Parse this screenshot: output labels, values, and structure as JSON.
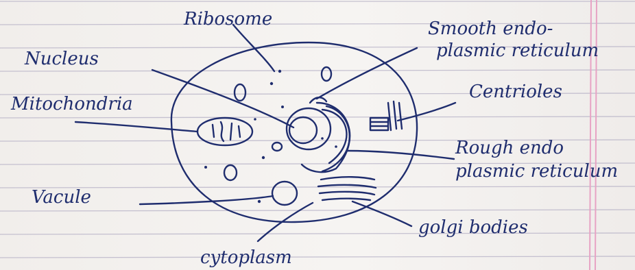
{
  "colors": {
    "ink": "#1f2d6e",
    "paper": "#f3f1ef",
    "rule_line": "#b9b4c8",
    "margin_line": "#e7a3c4"
  },
  "labels": {
    "ribosome": "Ribosome",
    "smooth_er_1": "Smooth endo-",
    "smooth_er_2": "plasmic reticulum",
    "nucleus": "Nucleus",
    "mitochondria": "Mitochondria",
    "centrioles": "Centrioles",
    "rough_er_1": "Rough endo",
    "rough_er_2": "plasmic reticulum",
    "vacuole": "Vacule",
    "golgi": "golgi bodies",
    "cytoplasm": "cytoplasm"
  }
}
